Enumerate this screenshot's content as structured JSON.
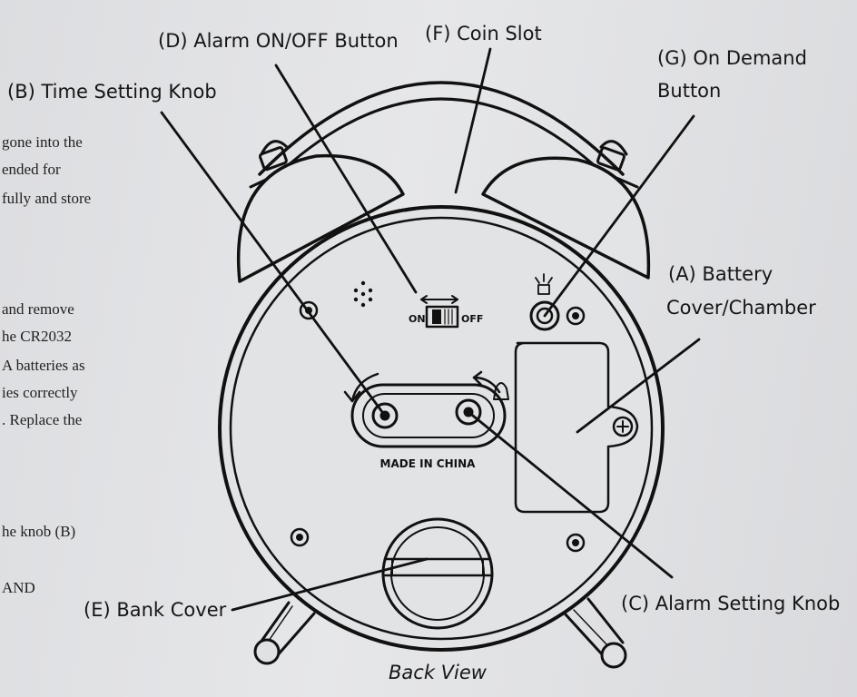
{
  "labels": {
    "alarm_onoff": "(D) Alarm ON/OFF Button",
    "coin_slot": "(F) Coin Slot",
    "on_demand_line1": "(G) On Demand",
    "on_demand_line2": "Button",
    "time_setting": "(B) Time Setting Knob",
    "battery_line1": "(A) Battery",
    "battery_line2": "Cover/Chamber",
    "alarm_setting": "(C) Alarm Setting Knob",
    "bank_cover": "(E) Bank Cover",
    "view_caption": "Back View"
  },
  "device_text": {
    "switch_on": "ON",
    "switch_off": "OFF",
    "made_in": "MADE IN CHINA"
  },
  "manual_fragments": [
    "gone into the",
    "ended for",
    "fully and store",
    "and remove",
    "he CR2032",
    "A batteries as",
    "ies correctly",
    ". Replace the",
    "he knob (B)",
    "AND"
  ]
}
